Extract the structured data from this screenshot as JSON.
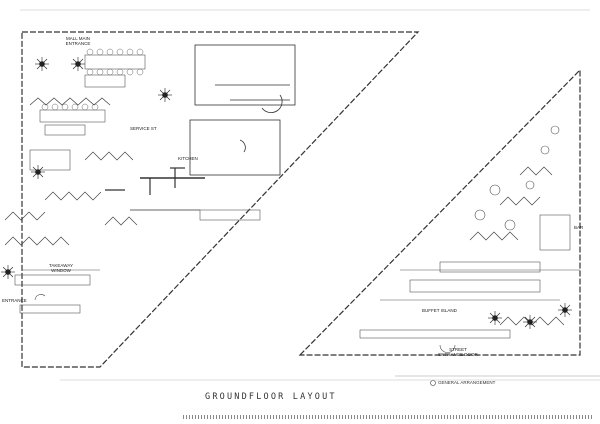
{
  "sheet": {
    "title": "GROUNDFLOOR LAYOUT",
    "subtitle": "GENERAL ARRANGEMENT"
  },
  "labels": {
    "mall_main_entrance": "MALL MAIN ENTRANCE",
    "service_station": "SERVICE ST",
    "kitchen": "KITCHEN",
    "takeaway_window": "TAKEAWAY WINDOW",
    "entrance": "ENTRANCE",
    "bar": "BAR",
    "buffet_island": "BUFFET ISLAND",
    "street_entrance_door": "STREET ENTRANCE DOOR"
  },
  "colors": {
    "linework": "#333333",
    "light": "#9a9a9a",
    "plant": "#222222"
  }
}
